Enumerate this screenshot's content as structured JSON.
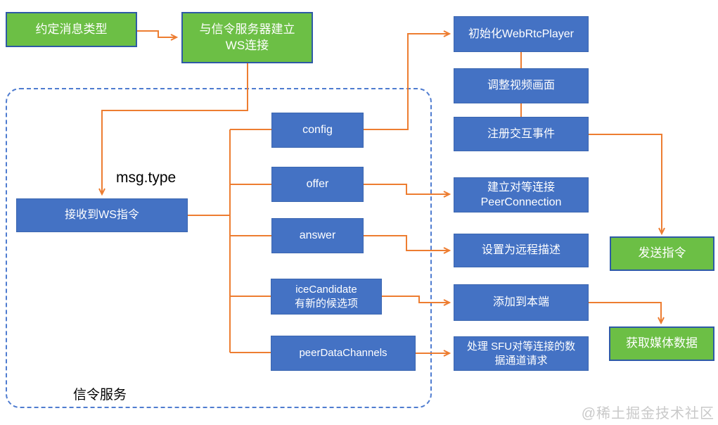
{
  "diagram": {
    "container_label": "信令服务",
    "msg_type_label": "msg.type",
    "watermark": "@稀土掘金技术社区",
    "colors": {
      "node_blue": "#4472C4",
      "node_green": "#6CBF45",
      "green_node_border": "#2E5AA6",
      "connector_orange": "#ED7D31",
      "dashed_container_border": "#4F7CD0",
      "watermark_gray": "#C9C9C9"
    },
    "nodes": {
      "agree_message_type": {
        "label": "约定消息类型"
      },
      "ws_connect": {
        "label": "与信令服务器建立\nWS连接"
      },
      "receive_ws_command": {
        "label": "接收到WS指令"
      },
      "config": {
        "label": "config"
      },
      "offer": {
        "label": "offer"
      },
      "answer": {
        "label": "answer"
      },
      "ice_candidate": {
        "label": "iceCandidate\n有新的候选项"
      },
      "peer_data_channels": {
        "label": "peerDataChannels"
      },
      "init_webrtc_player": {
        "label": "初始化WebRtcPlayer"
      },
      "adjust_video": {
        "label": "调整视频画面"
      },
      "register_interaction_events": {
        "label": "注册交互事件"
      },
      "peer_connection": {
        "label": "建立对等连接\nPeerConnection"
      },
      "set_remote_description": {
        "label": "设置为远程描述"
      },
      "add_to_local": {
        "label": "添加到本端"
      },
      "handle_sfu_data_channel": {
        "label": "处理 SFU对等连接的数\n据通道请求"
      },
      "send_command": {
        "label": "发送指令"
      },
      "get_media_data": {
        "label": "获取媒体数据"
      }
    }
  }
}
